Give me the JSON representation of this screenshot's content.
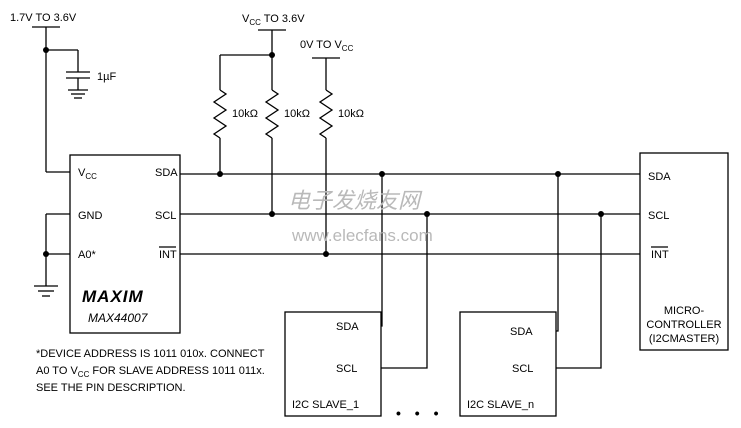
{
  "supplies": {
    "vdd_label": "1.7V TO 3.6V",
    "vcc_label_a": "V",
    "vcc_label_b": "CC",
    "vcc_label_c": " TO 3.6V",
    "pullup_label_a": "0V TO V",
    "pullup_label_b": "CC"
  },
  "capacitor": {
    "value": "1µF"
  },
  "resistors": [
    "10kΩ",
    "10kΩ",
    "10kΩ"
  ],
  "chip": {
    "pins_left": [
      {
        "main": "V",
        "sub": "CC"
      },
      {
        "main": "GND",
        "sub": ""
      },
      {
        "main": "A0*",
        "sub": ""
      }
    ],
    "pins_right": [
      "SDA",
      "SCL",
      "INT"
    ],
    "logo": "MAXIM",
    "part": "MAX44007"
  },
  "footnote": {
    "line1": "*DEVICE ADDRESS IS 1011 010x. CONNECT",
    "line2_a": "A0 TO V",
    "line2_sub": "CC",
    "line2_b": " FOR SLAVE ADDRESS 1011 011x.",
    "line3": "SEE THE PIN DESCRIPTION."
  },
  "slave1": {
    "sda": "SDA",
    "scl": "SCL",
    "label": "I2C SLAVE_1"
  },
  "slave_n": {
    "sda": "SDA",
    "scl": "SCL",
    "label": "I2C SLAVE_n"
  },
  "ellipsis": "• • •",
  "micro": {
    "sda": "SDA",
    "scl": "SCL",
    "int": "INT",
    "line1": "MICRO-",
    "line2": "CONTROLLER",
    "line3": "(I2CMASTER)"
  },
  "watermark": {
    "line1": "电子发烧友网",
    "line2": "www.elecfans.com"
  }
}
